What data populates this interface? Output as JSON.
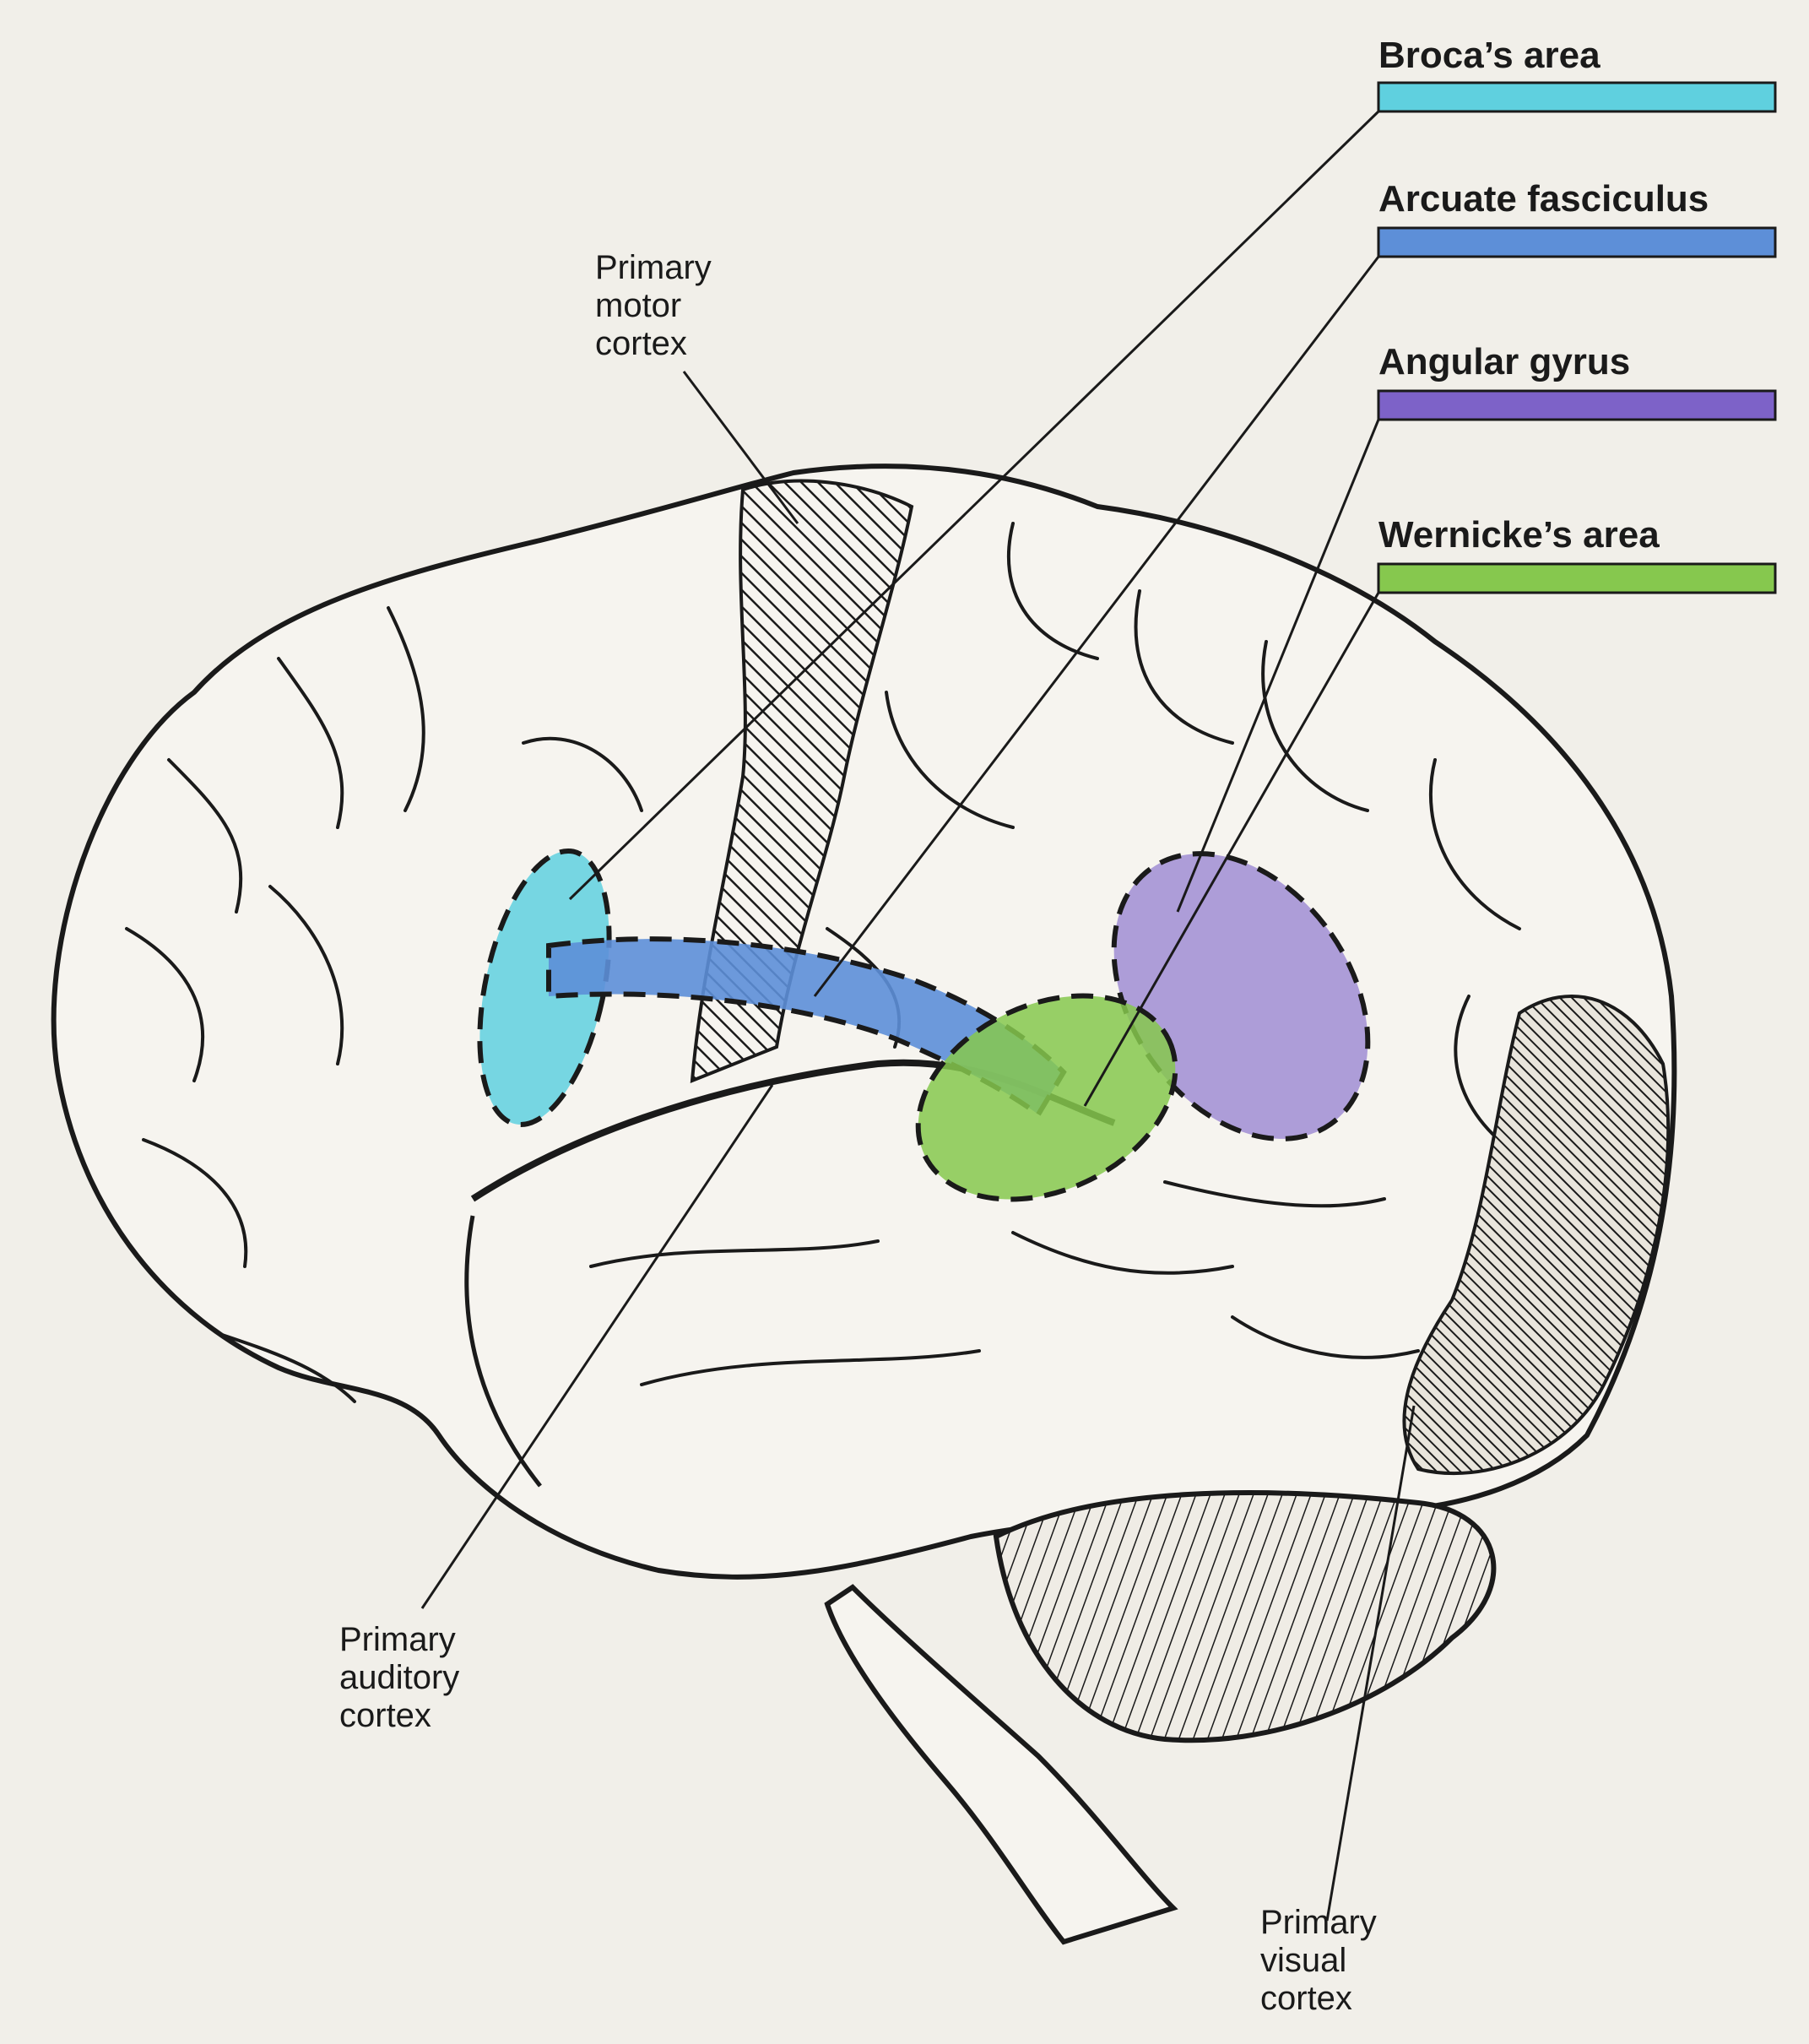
{
  "legend": [
    {
      "label": "Broca’s area",
      "color": "#5fd0df"
    },
    {
      "label": "Arcuate fasciculus",
      "color": "#5d8fd8"
    },
    {
      "label": "Angular gyrus",
      "color": "#7d62c8"
    },
    {
      "label": "Wernicke’s area",
      "color": "#86c84e"
    }
  ],
  "annotations": {
    "motor": [
      "Primary",
      "motor",
      "cortex"
    ],
    "auditory": [
      "Primary",
      "auditory",
      "cortex"
    ],
    "visual": [
      "Primary",
      "visual",
      "cortex"
    ]
  },
  "colors": {
    "background": "#f1efe9",
    "ink": "#1a1a1a",
    "brain_fill": "#f6f4ef"
  }
}
